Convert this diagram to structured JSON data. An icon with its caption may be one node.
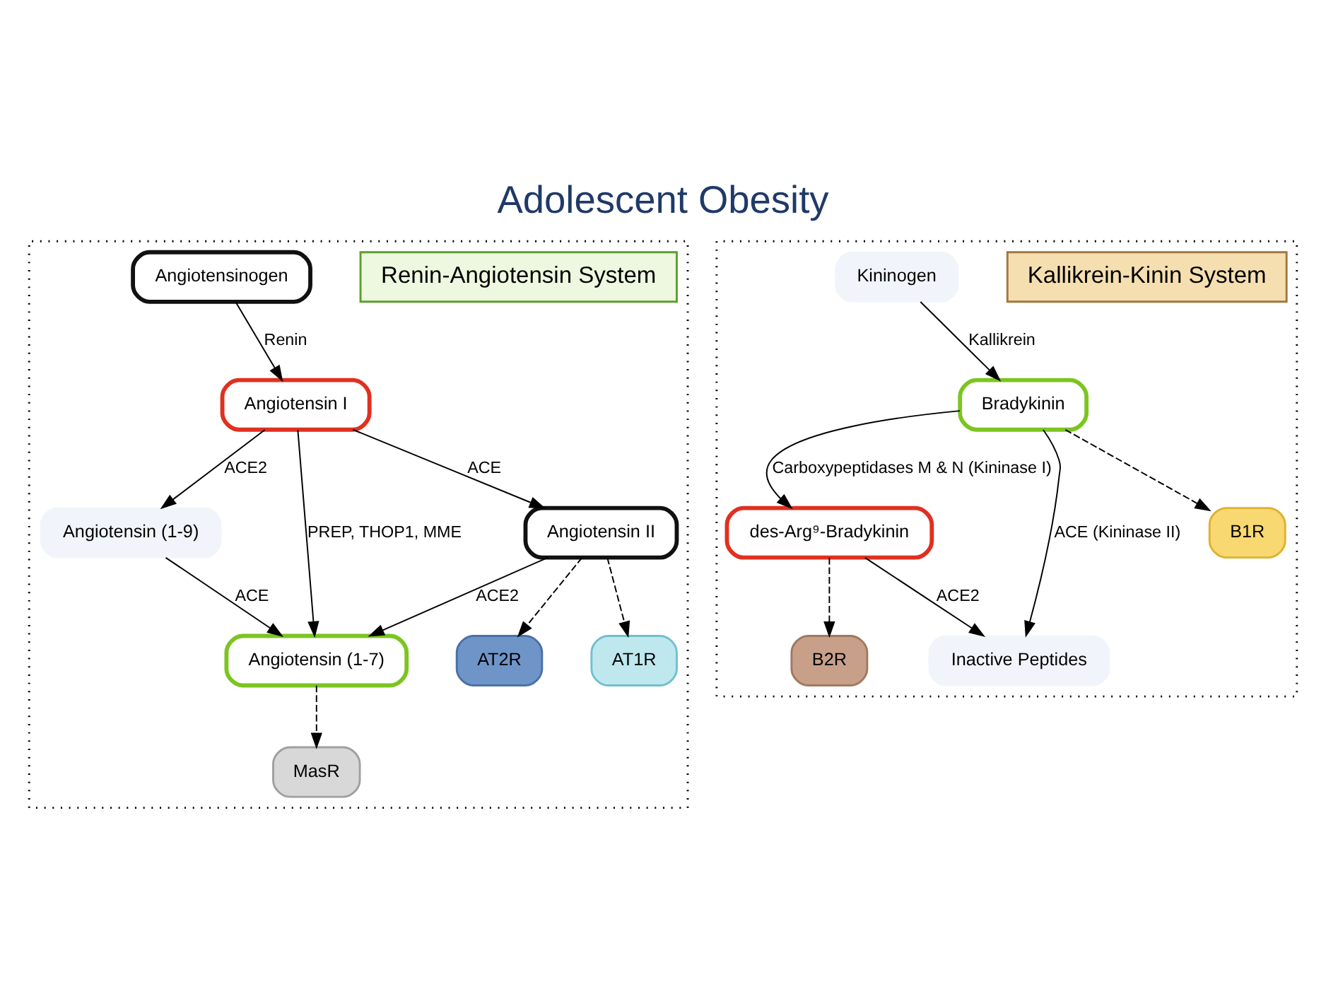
{
  "diagram": {
    "title": "Adolescent Obesity",
    "nodes": [
      {
        "text": [],
        "shape": "box"
      },
      {
        "text": [
          "Renin-Angiotensin System"
        ],
        "in": 0
      },
      {
        "text": [
          "Angiotensinogen"
        ],
        "in": 0
      },
      {
        "text": [
          "Angiotensin I"
        ],
        "in": 0
      },
      {
        "text": [
          "Angiotensin (1-9)"
        ],
        "in": 0
      },
      {
        "text": [
          "Angiotensin (1-7)"
        ],
        "in": 0
      },
      {
        "text": [
          "Angiotensin II"
        ],
        "in": 0
      },
      {
        "text": [
          "MasR"
        ],
        "in": 0
      },
      {
        "text": [
          "AT2R"
        ],
        "in": 0
      },
      {
        "text": [
          "AT1R"
        ],
        "in": 0
      },
      {
        "text": [],
        "shape": "box"
      },
      {
        "text": [
          "Kallikrein-Kinin System"
        ],
        "in": 10
      },
      {
        "text": [
          "Kininogen"
        ],
        "in": 10
      },
      {
        "text": [
          "Bradykinin"
        ],
        "in": 10
      },
      {
        "text": [
          "des-Arg⁹-Bradykinin"
        ],
        "in": 10
      },
      {
        "text": [
          "Inactive Peptides"
        ],
        "in": 10
      },
      {
        "text": [
          "B1R"
        ],
        "in": 10
      },
      {
        "text": [
          "B2R"
        ],
        "in": 10
      }
    ],
    "edges": [
      {
        "from": 2,
        "to": 3,
        "arrow": "to",
        "label": "Renin"
      },
      {
        "from": 3,
        "to": 4,
        "arrow": "to",
        "label": "ACE2"
      },
      {
        "from": 3,
        "to": 6,
        "arrow": "to",
        "label": "ACE"
      },
      {
        "from": 4,
        "to": 5,
        "arrow": "to",
        "label": "ACE"
      },
      {
        "from": 3,
        "to": 5,
        "arrow": "to",
        "label": "PREP, THOP1, MME"
      },
      {
        "from": 6,
        "to": 5,
        "arrow": "to",
        "label": "ACE2"
      },
      {
        "from": 5,
        "to": 7,
        "arrow": "to",
        "style": "dashed"
      },
      {
        "from": 6,
        "to": 8,
        "arrow": "to",
        "style": "dashed"
      },
      {
        "from": 6,
        "to": 9,
        "arrow": "to",
        "style": "dashed"
      },
      {
        "from": 12,
        "to": 13,
        "arrow": "to",
        "label": "Kallikrein"
      },
      {
        "from": 13,
        "to": 14,
        "arrow": "to",
        "label": "Carboxypeptidases M & N (Kininase I)"
      },
      {
        "from": 13,
        "to": 15,
        "arrow": "to",
        "label": "ACE (Kininase II)"
      },
      {
        "from": 14,
        "to": 15,
        "arrow": "to",
        "label": "ACE2"
      },
      {
        "from": 13,
        "to": 16,
        "arrow": "to",
        "style": "dashed"
      },
      {
        "from": 14,
        "to": 17,
        "arrow": "to",
        "style": "dashed"
      }
    ]
  }
}
